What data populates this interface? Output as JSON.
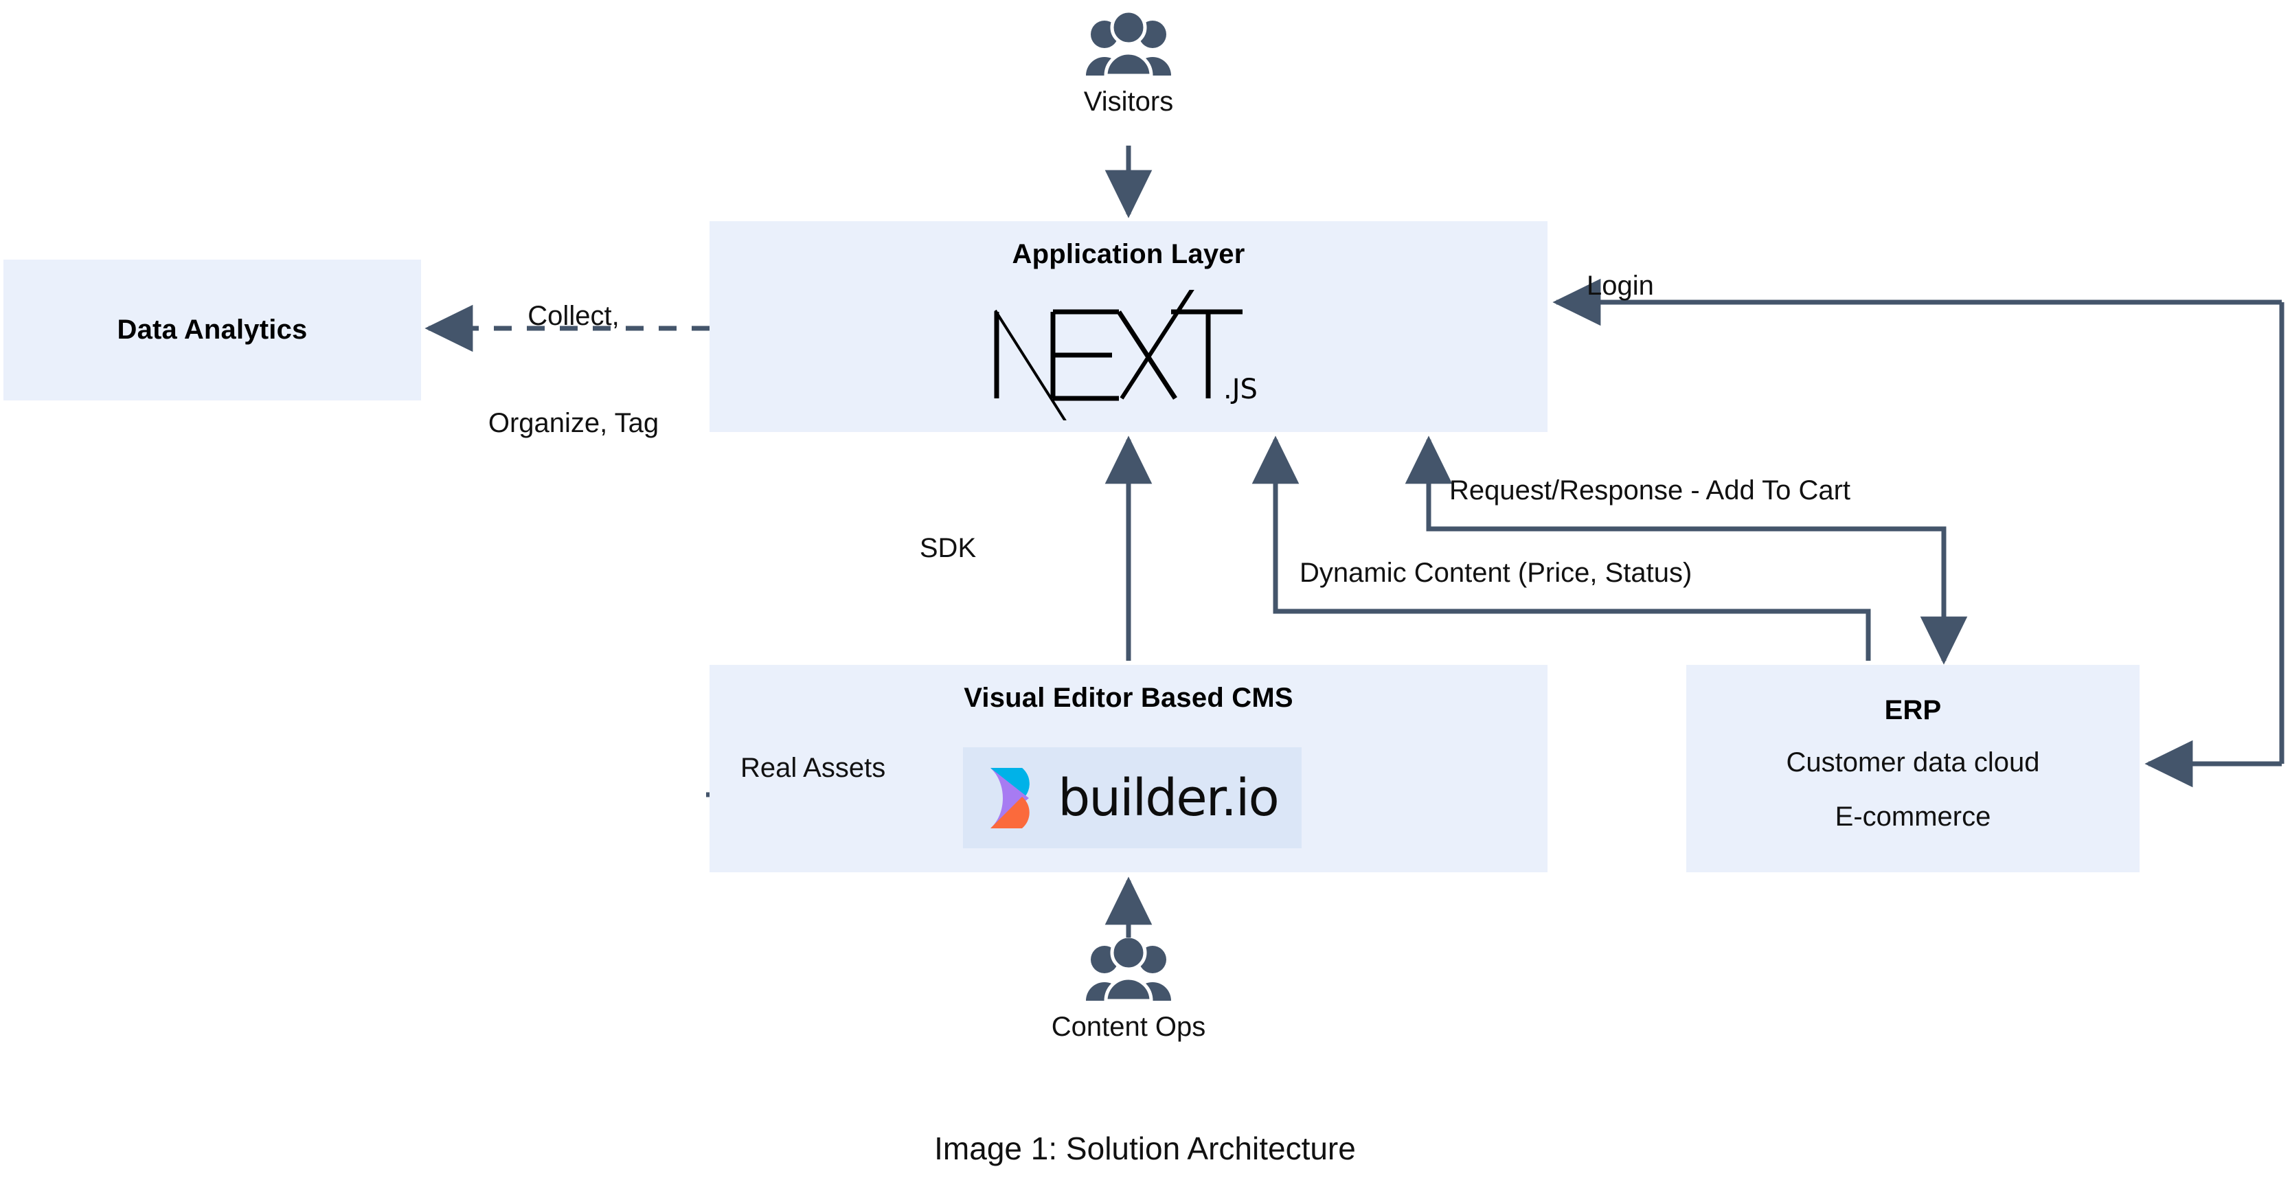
{
  "diagram": {
    "caption": "Image 1: Solution Architecture",
    "colors": {
      "node_fill": "#eaf0fb",
      "logo_box_fill": "#dbe6f7",
      "connector": "#44556b",
      "actor_icon": "#44556b",
      "text": "#111111",
      "builder_cyan": "#00b2e8",
      "builder_purple": "#a77bf2",
      "builder_orange": "#fb6a3c"
    },
    "nodes": [
      {
        "id": "application-layer",
        "title": "Application Layer",
        "logo": "nextjs-logo",
        "logo_text": "NEXT",
        "logo_suffix": ".JS"
      },
      {
        "id": "data-analytics",
        "title": "Data Analytics"
      },
      {
        "id": "visual-editor-cms",
        "title": "Visual Editor Based CMS",
        "logo": "builder-io-logo",
        "logo_text": "builder.io"
      },
      {
        "id": "erp",
        "title": "ERP",
        "sub_line_1": "Customer data cloud",
        "sub_line_2": "E-commerce"
      }
    ],
    "actors": [
      {
        "id": "visitors",
        "label": "Visitors",
        "icon": "users-group-icon"
      },
      {
        "id": "content-ops",
        "label": "Content Ops",
        "icon": "users-group-icon"
      }
    ],
    "edges": [
      {
        "id": "visitors-to-app",
        "from": "visitors",
        "to": "application-layer",
        "label": "",
        "style": "solid",
        "direction": "down"
      },
      {
        "id": "app-to-analytics",
        "from": "application-layer",
        "to": "data-analytics",
        "label_line_1": "Collect,",
        "label_line_2": "Organize, Tag",
        "style": "dashed",
        "direction": "left"
      },
      {
        "id": "erp-login-to-app",
        "from": "erp",
        "to": "application-layer",
        "label": "Login",
        "style": "solid",
        "direction": "left"
      },
      {
        "id": "cms-sdk-to-app",
        "from": "visual-editor-cms",
        "to": "application-layer",
        "label": "SDK",
        "style": "solid",
        "direction": "up"
      },
      {
        "id": "app-erp-request-response",
        "from": "erp",
        "to": "application-layer",
        "label": "Request/Response - Add To Cart",
        "style": "solid",
        "direction": "up"
      },
      {
        "id": "dynamic-content",
        "from": "erp",
        "to": "application-layer",
        "label": "Dynamic Content (Price, Status)",
        "style": "solid",
        "direction": "up"
      },
      {
        "id": "real-assets",
        "from": "external",
        "to": "builder-io-logo",
        "label": "Real Assets",
        "style": "dashed",
        "direction": "right"
      },
      {
        "id": "contentops-to-cms",
        "from": "content-ops",
        "to": "visual-editor-cms",
        "label": "",
        "style": "solid",
        "direction": "up"
      }
    ]
  }
}
